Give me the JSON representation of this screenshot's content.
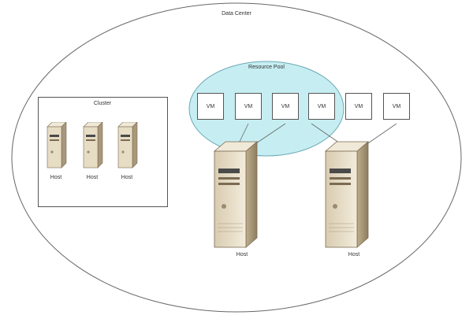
{
  "diagram": {
    "datacenter_label": "Data Center",
    "resource_pool_label": "Resource Pool",
    "cluster_label": "Cluster",
    "cluster_hosts": [
      "Host",
      "Host",
      "Host"
    ],
    "vms": [
      "VM",
      "VM",
      "VM",
      "VM",
      "VM",
      "VM"
    ],
    "large_hosts": [
      "Host",
      "Host"
    ]
  },
  "colors": {
    "resource_pool_fill": "#c6eef2",
    "resource_pool_stroke": "#6aa9b4",
    "server_body": "#e7dcc4",
    "server_side": "#b9a989",
    "server_top": "#f2eadb",
    "outline": "#555555"
  }
}
